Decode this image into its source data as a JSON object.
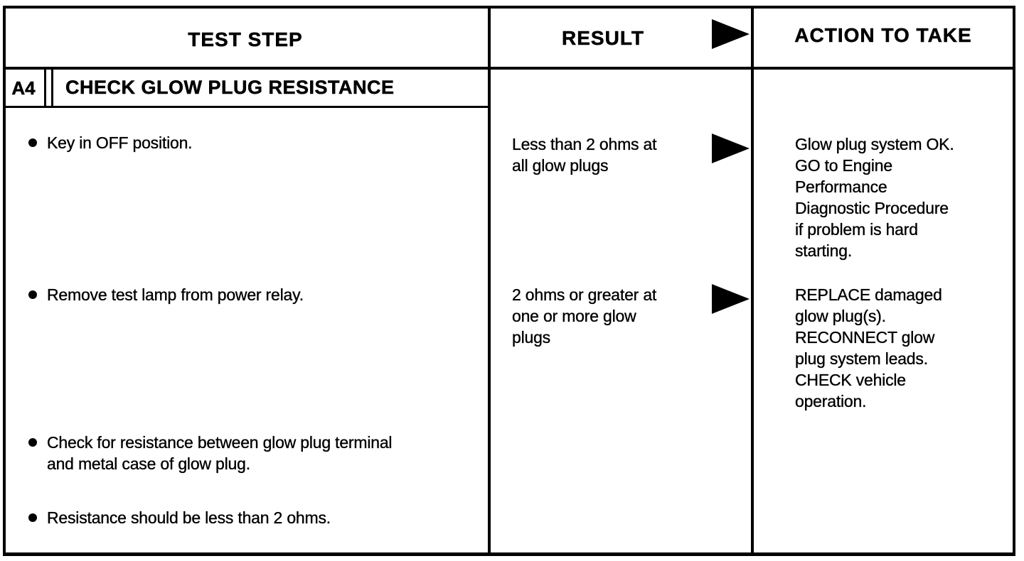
{
  "document": {
    "title_row": {
      "test_step": "TEST STEP",
      "result": "RESULT",
      "action_to_take": "ACTION TO TAKE"
    },
    "step": {
      "id": "A4",
      "title": "CHECK GLOW PLUG RESISTANCE"
    },
    "test_steps": [
      "Key in OFF position.",
      "Remove test lamp from power relay.",
      "Check for resistance between glow plug terminal\nand metal case of glow plug.",
      "Resistance should be less than 2 ohms."
    ],
    "outcomes": [
      {
        "result": "Less than 2 ohms at\nall glow plugs",
        "action": "Glow plug system OK.\nGO to Engine\nPerformance\nDiagnostic Procedure\nif problem is hard\nstarting."
      },
      {
        "result": "2 ohms or greater at\none or more glow\nplugs",
        "action": "REPLACE damaged\nglow plug(s).\nRECONNECT glow\nplug system leads.\nCHECK vehicle\noperation."
      }
    ],
    "icons": {
      "result_arrow": "right-triangle-arrow",
      "bullet": "filled-circle"
    },
    "colors": {
      "ink": "#000000",
      "paper": "#ffffff"
    }
  }
}
